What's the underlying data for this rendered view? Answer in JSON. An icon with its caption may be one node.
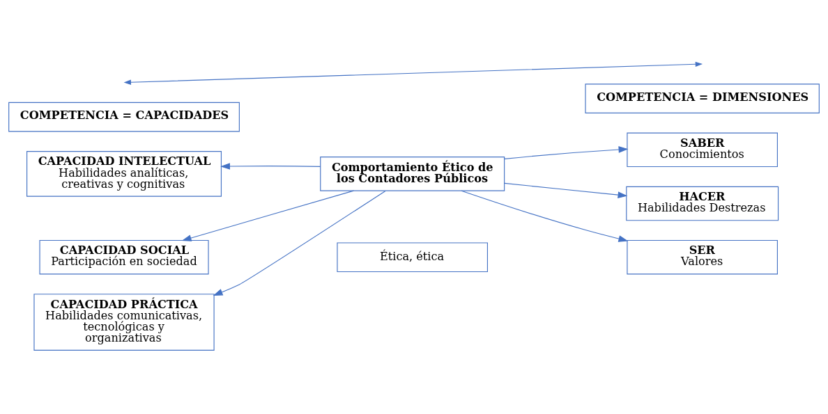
{
  "diagram": {
    "nodes": [
      {
        "text": [
          "COMPETENCIA = CAPACIDADES"
        ]
      },
      {
        "text": [
          "COMPETENCIA = DIMENSIONES"
        ]
      },
      {
        "text": [
          "CAPACIDAD INTELECTUAL",
          "Habilidades analíticas, creativas y cognitivas"
        ]
      },
      {
        "text": [
          "CAPACIDAD PRÁCTICA",
          "Habilidades comunicativas, tecnológicas y organizativas"
        ]
      },
      {
        "text": [
          "CAPACIDAD SOCIAL",
          "Participación en sociedad"
        ]
      },
      {
        "text": [
          "Comportamiento Ético de los Contadores Públicos"
        ]
      },
      {
        "text": [
          "SABER",
          "Conocimientos"
        ]
      },
      {
        "text": [
          "HACER",
          "Habilidades Destrezas"
        ]
      },
      {
        "text": [
          "SER",
          "Valores"
        ]
      },
      {
        "text": [
          "Ética, ética"
        ]
      }
    ],
    "edges": [
      {
        "from": 5,
        "to": 2,
        "arrow": "to"
      },
      {
        "from": 5,
        "to": 3,
        "arrow": "to"
      },
      {
        "from": 5,
        "to": 4,
        "arrow": "to"
      },
      {
        "from": 5,
        "to": 6,
        "arrow": "to"
      },
      {
        "from": 5,
        "to": 7,
        "arrow": "to"
      },
      {
        "from": 5,
        "to": 8,
        "arrow": "to"
      }
    ]
  }
}
